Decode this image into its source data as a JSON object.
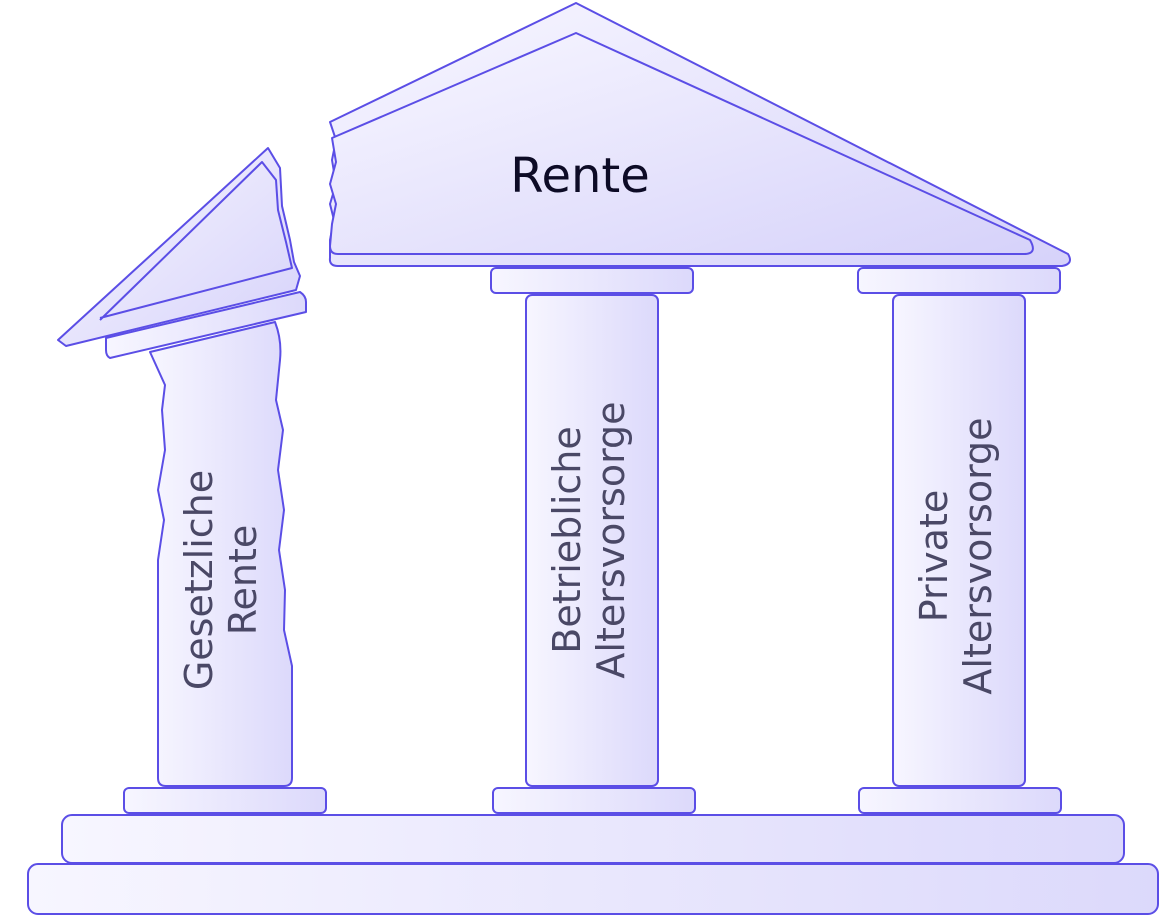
{
  "title": "Rente",
  "pillars": [
    {
      "line1": "Gesetzliche",
      "line2": "Rente",
      "state": "broken"
    },
    {
      "line1": "Betriebliche",
      "line2": "Altersvorsorge",
      "state": "intact"
    },
    {
      "line1": "Private",
      "line2": "Altersvorsorge",
      "state": "intact"
    }
  ],
  "colors": {
    "stroke": "#5b4ee6",
    "fill_light": "#f6f5ff",
    "fill_dark": "#d9d6fb",
    "text_title": "#0d0b26",
    "text_pillar": "#4a4866"
  }
}
